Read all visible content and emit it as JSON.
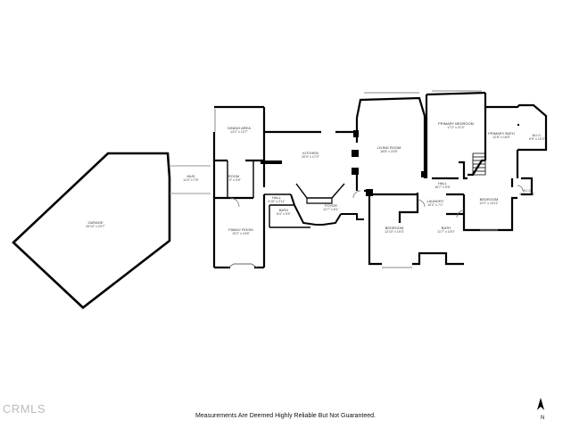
{
  "floorplan": {
    "rooms": [
      {
        "id": "garage",
        "name": "Garage",
        "dims": "43'10\" x 23'7\""
      },
      {
        "id": "mudroom",
        "name": "Mud",
        "dims": "11'0\" x 7'8\""
      },
      {
        "id": "dining-area",
        "name": "Dining Area",
        "dims": "13'2\" x 10'7\""
      },
      {
        "id": "kitchen",
        "name": "Kitchen",
        "dims": "20'0\" x 17'0\""
      },
      {
        "id": "room",
        "name": "Room",
        "dims": "8'0\" x 9'8\""
      },
      {
        "id": "family-room",
        "name": "Family Room",
        "dims": "13'2\" x 19'8\""
      },
      {
        "id": "hall-left",
        "name": "Hall",
        "dims": "4'10\" x 2'11\""
      },
      {
        "id": "bath-left",
        "name": "Bath",
        "dims": "8'4\" x 5'9\""
      },
      {
        "id": "foyer",
        "name": "Foyer",
        "dims": "11'7\" x 8'1\""
      },
      {
        "id": "living-room",
        "name": "Living Room",
        "dims": "18'8\" x 23'8\""
      },
      {
        "id": "primary-bedroom",
        "name": "Primary Bedroom",
        "dims": "17'2\" x 21'4\""
      },
      {
        "id": "primary-bath",
        "name": "Primary Bath",
        "dims": "12'8\" x 18'5\""
      },
      {
        "id": "wic-top",
        "name": "W.I.C.",
        "dims": "8'9\" x 10'3\""
      },
      {
        "id": "hall-right",
        "name": "Hall",
        "dims": "16'7\" x 5'6\""
      },
      {
        "id": "laundry",
        "name": "Laundry",
        "dims": "10'2\" x 7'1\""
      },
      {
        "id": "bedroom-center",
        "name": "Bedroom",
        "dims": "12'10\" x 19'3\""
      },
      {
        "id": "bath-right",
        "name": "Bath",
        "dims": "11'7\" x 10'0\""
      },
      {
        "id": "bedroom-right",
        "name": "Bedroom",
        "dims": "13'2\" x 14'11\""
      },
      {
        "id": "wic-small",
        "name": "W.I.C.",
        "dims": "5'9\" x 4'11\""
      }
    ],
    "footer_note": "Measurements Are Deemed Highly Reliable But Not Guaranteed.",
    "watermark": "CRMLS",
    "north_label": "N"
  }
}
